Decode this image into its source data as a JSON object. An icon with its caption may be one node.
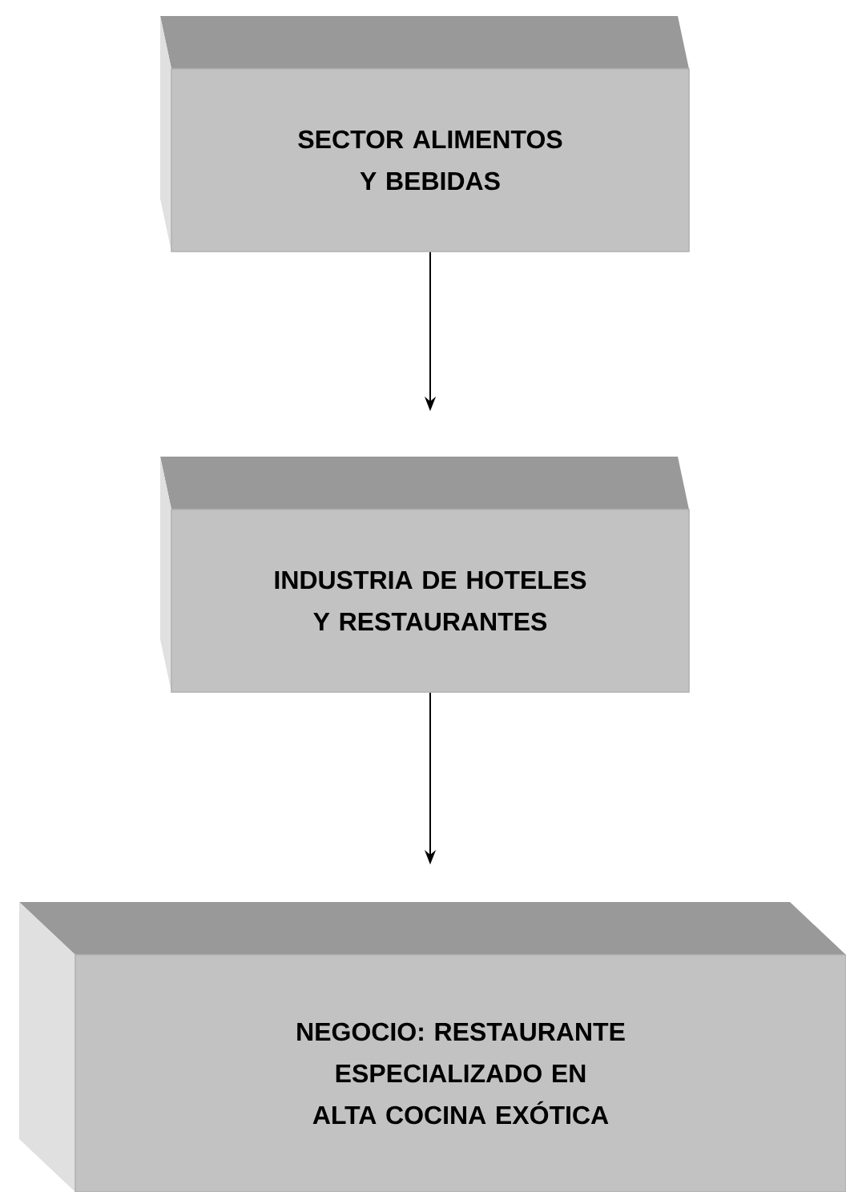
{
  "diagram": {
    "nodes": [
      {
        "text": [
          "SECTOR ALIMENTOS Y BEBIDAS"
        ]
      },
      {
        "text": [
          "INDUSTRIA DE  HOTELES Y RESTAURANTES"
        ]
      },
      {
        "text": [
          "NEGOCIO: RESTAURANTE ESPECIALIZADO EN ALTA COCINA EXÓTICA"
        ]
      }
    ],
    "edges": [
      {
        "from": 0,
        "to": 1,
        "arrow": "to"
      },
      {
        "from": 1,
        "to": 2,
        "arrow": "to"
      }
    ]
  }
}
